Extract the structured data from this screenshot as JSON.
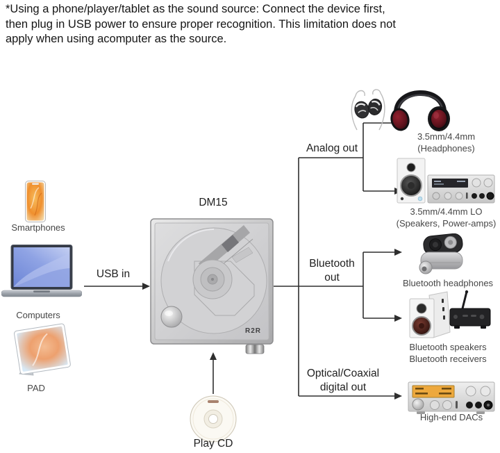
{
  "note": {
    "lines": [
      "*Using a phone/player/tablet as the sound source: Connect the device first,",
      "then plug in USB power to ensure proper recognition. This limitation does not",
      "apply when using acomputer as the source."
    ]
  },
  "sources": {
    "smartphones": {
      "label": "Smartphones"
    },
    "computers": {
      "label": "Computers"
    },
    "pad": {
      "label": "PAD"
    }
  },
  "player": {
    "model": "DM15",
    "logo": "R2R",
    "usb_in": "USB in",
    "play_cd": "Play CD"
  },
  "outputs": {
    "analog": {
      "label": "Analog out",
      "headphones": {
        "line1": "3.5mm/4.4mm",
        "line2": "(Headphones)"
      },
      "speakers": {
        "line1": "3.5mm/4.4mm LO",
        "line2": "(Speakers, Power-amps)"
      }
    },
    "bluetooth": {
      "label_line1": "Bluetooth",
      "label_line2": "out",
      "headphones": {
        "label": "Bluetooth headphones"
      },
      "speakers": {
        "line1": "Bluetooth speakers",
        "line2": "Bluetooth receivers"
      }
    },
    "digital": {
      "label_line1": "Optical/Coaxial",
      "label_line2": "digital out",
      "dacs": {
        "label": "High-end DACs"
      }
    }
  },
  "colors": {
    "line": "#2e2e2e",
    "text_primary": "#151515",
    "caption": "#464646",
    "dac_display": "#eda83d",
    "headphone_cup": "#7a1a26",
    "phone_screen_accent": "#ef8f2e"
  }
}
